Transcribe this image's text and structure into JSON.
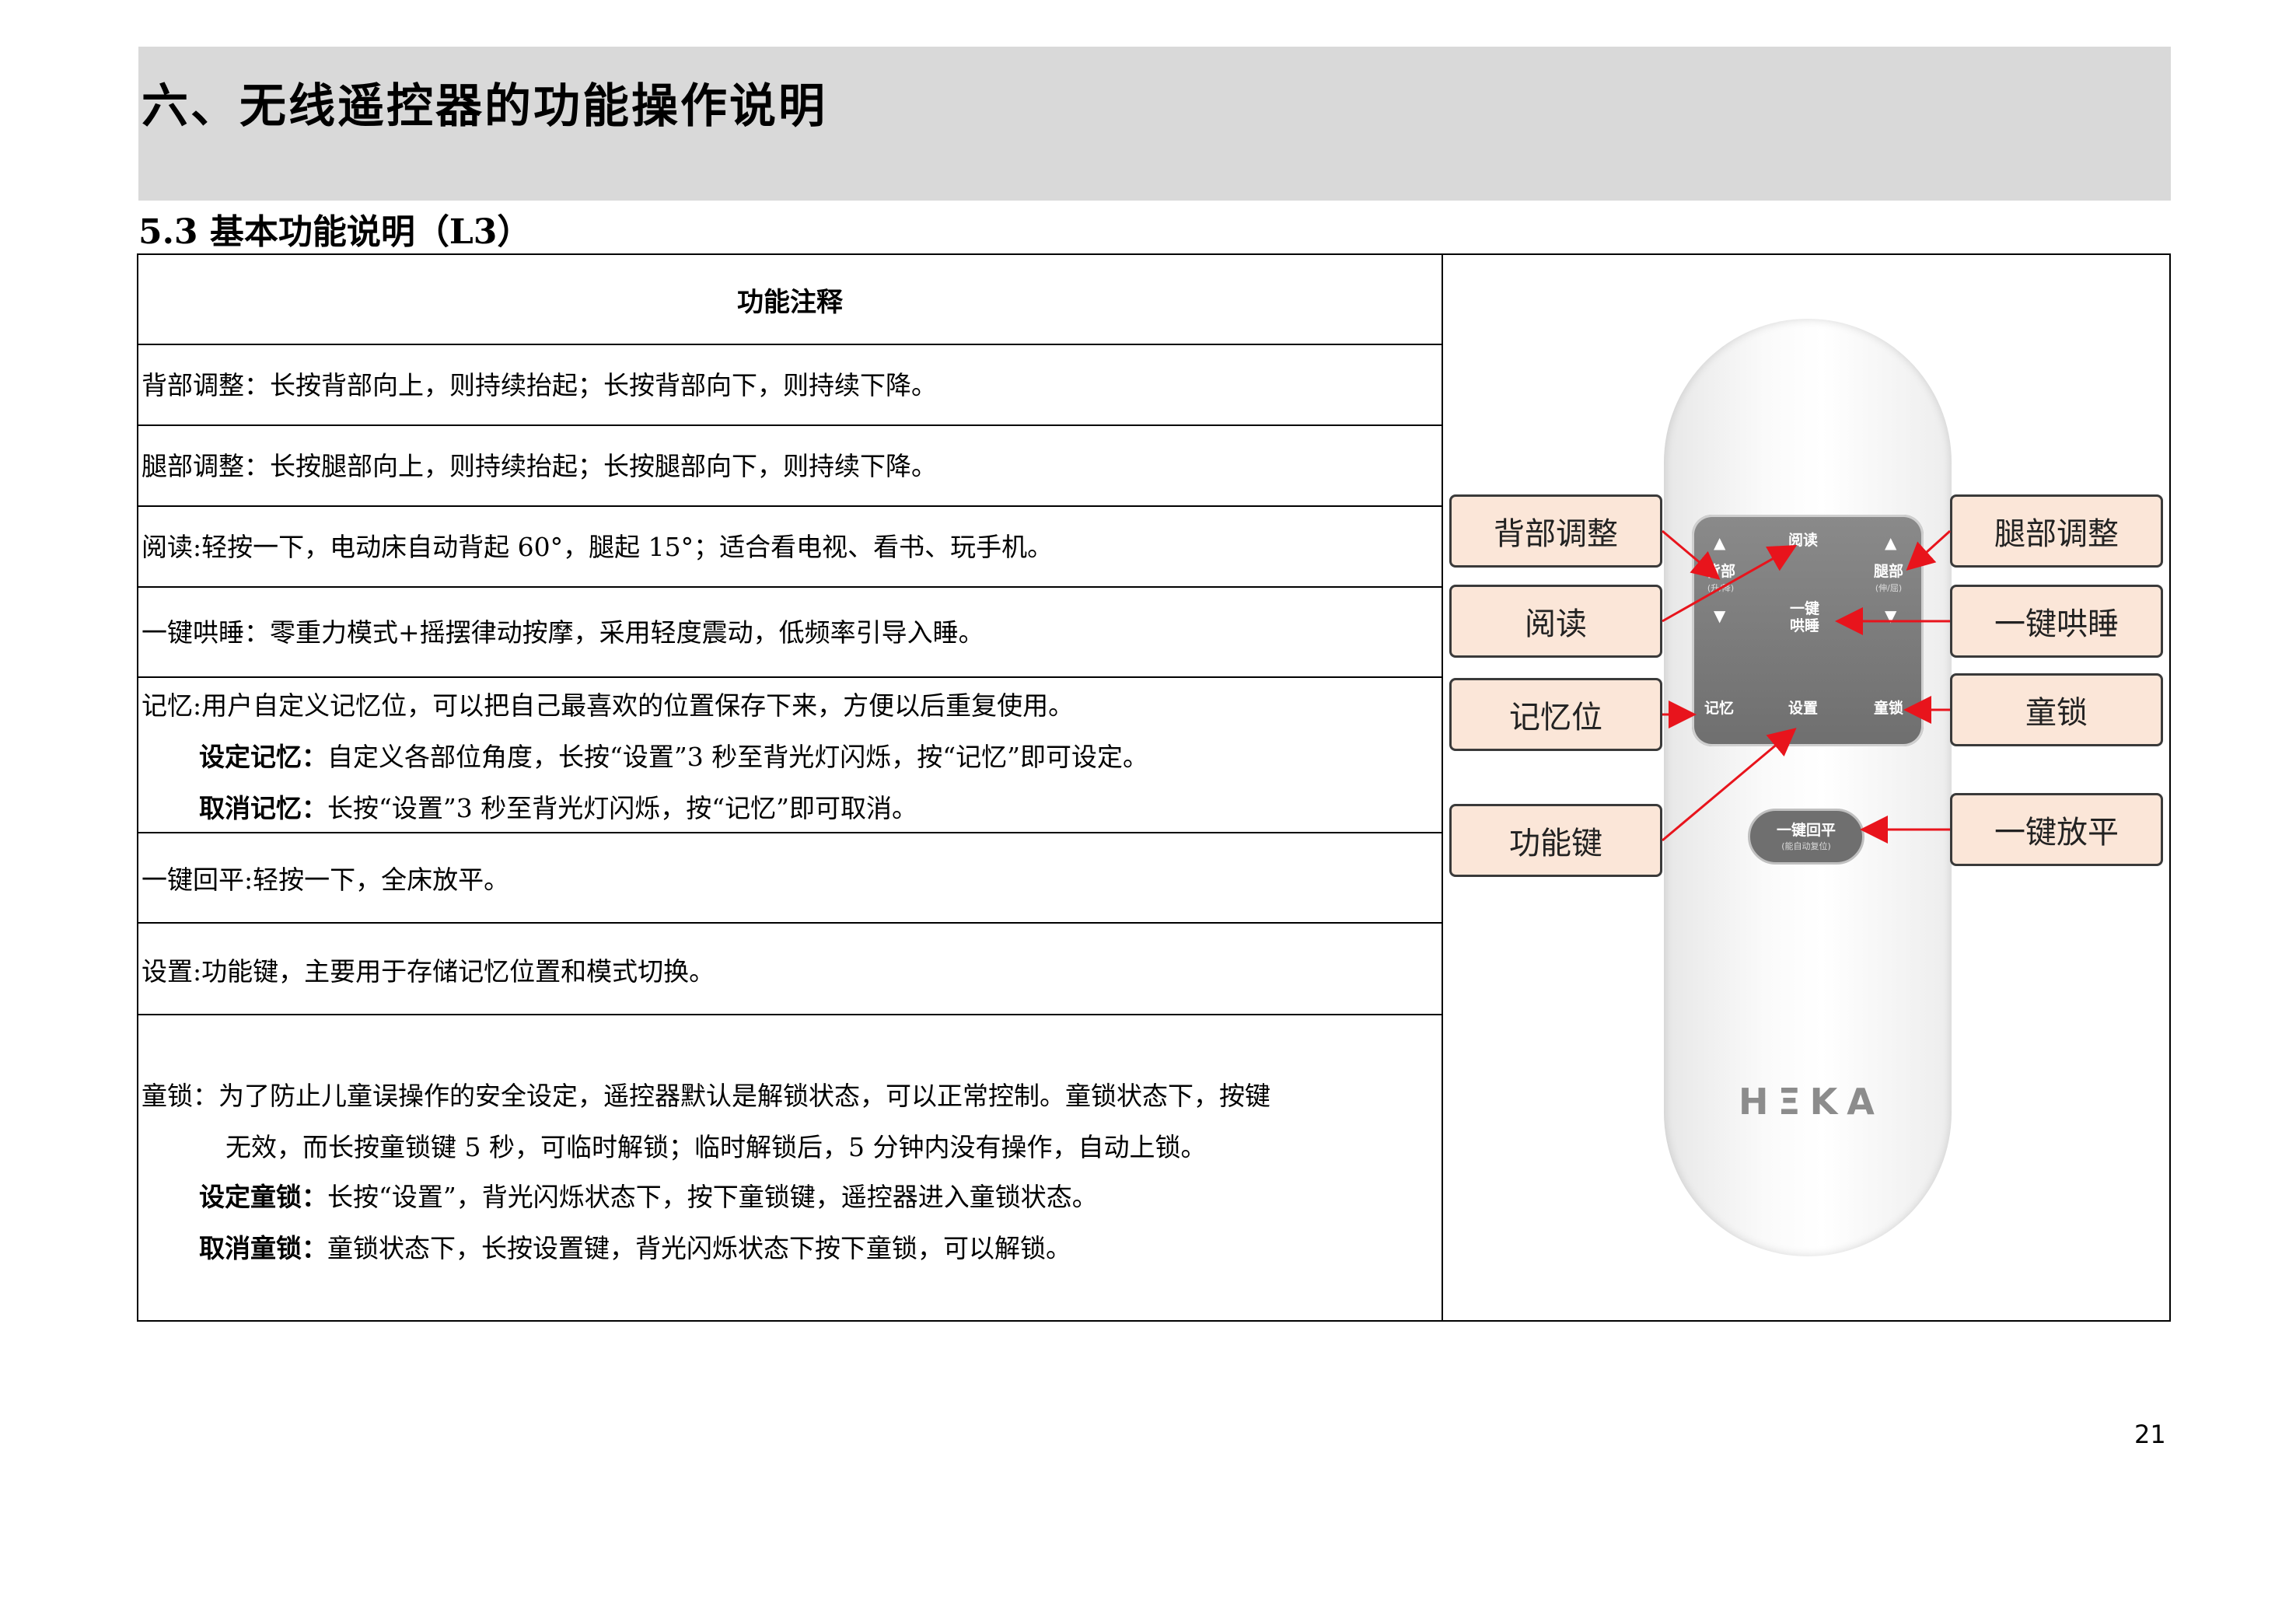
{
  "section_title": "六、无线遥控器的功能操作说明",
  "sub_title": "5.3 基本功能说明（L3）",
  "table": {
    "header": "功能注释",
    "rows": {
      "back": "背部调整：长按背部向上，则持续抬起；长按背部向下，则持续下降。",
      "leg": "腿部调整：长按腿部向上，则持续抬起；长按腿部向下，则持续下降。",
      "read": "阅读:轻按一下，电动床自动背起 60°，腿起 15°；适合看电视、看书、玩手机。",
      "sleep": "一键哄睡：零重力模式+摇摆律动按摩，采用轻度震动，低频率引导入睡。",
      "memory": {
        "line1": "记忆:用户自定义记忆位，可以把自己最喜欢的位置保存下来，方便以后重复使用。",
        "set_label": "设定记忆：",
        "set_text": "自定义各部位角度，长按“设置”3 秒至背光灯闪烁，按“记忆”即可设定。",
        "cancel_label": "取消记忆：",
        "cancel_text": "长按“设置”3 秒至背光灯闪烁，按“记忆”即可取消。"
      },
      "flat": "一键回平:轻按一下，全床放平。",
      "settings": "设置:功能键，主要用于存储记忆位置和模式切换。",
      "child_lock": {
        "line1": "童锁：为了防止儿童误操作的安全设定，遥控器默认是解锁状态，可以正常控制。童锁状态下，按键",
        "line2": "无效，而长按童锁键 5 秒，可临时解锁；临时解锁后，5 分钟内没有操作，自动上锁。",
        "set_label": "设定童锁：",
        "set_text": "长按“设置”，背光闪烁状态下，按下童锁键，遥控器进入童锁状态。",
        "cancel_label": "取消童锁：",
        "cancel_text": "童锁状态下，长按设置键，背光闪烁状态下按下童锁，可以解锁。"
      }
    }
  },
  "callouts": {
    "back": "背部调整",
    "read": "阅读",
    "memory": "记忆位",
    "function_key": "功能键",
    "leg": "腿部调整",
    "sleep": "一键哄睡",
    "child_lock": "童锁",
    "flat": "一键放平"
  },
  "remote": {
    "read": "阅读",
    "back": "背部",
    "back_sub": "(升/降)",
    "leg": "腿部",
    "leg_sub": "(伸/屈)",
    "sleep_line1": "一键",
    "sleep_line2": "哄睡",
    "memory": "记忆",
    "settings": "设置",
    "lock": "童锁",
    "flat_main": "一键回平",
    "flat_sub": "(能自动复位)",
    "brand": "HΞKA",
    "arrow_up": "▲",
    "arrow_down": "▼"
  },
  "page_number": "21",
  "colors": {
    "arrow": "#e8141c",
    "callout_fill": "#fbe6d8",
    "band": "#d9d9d9"
  }
}
